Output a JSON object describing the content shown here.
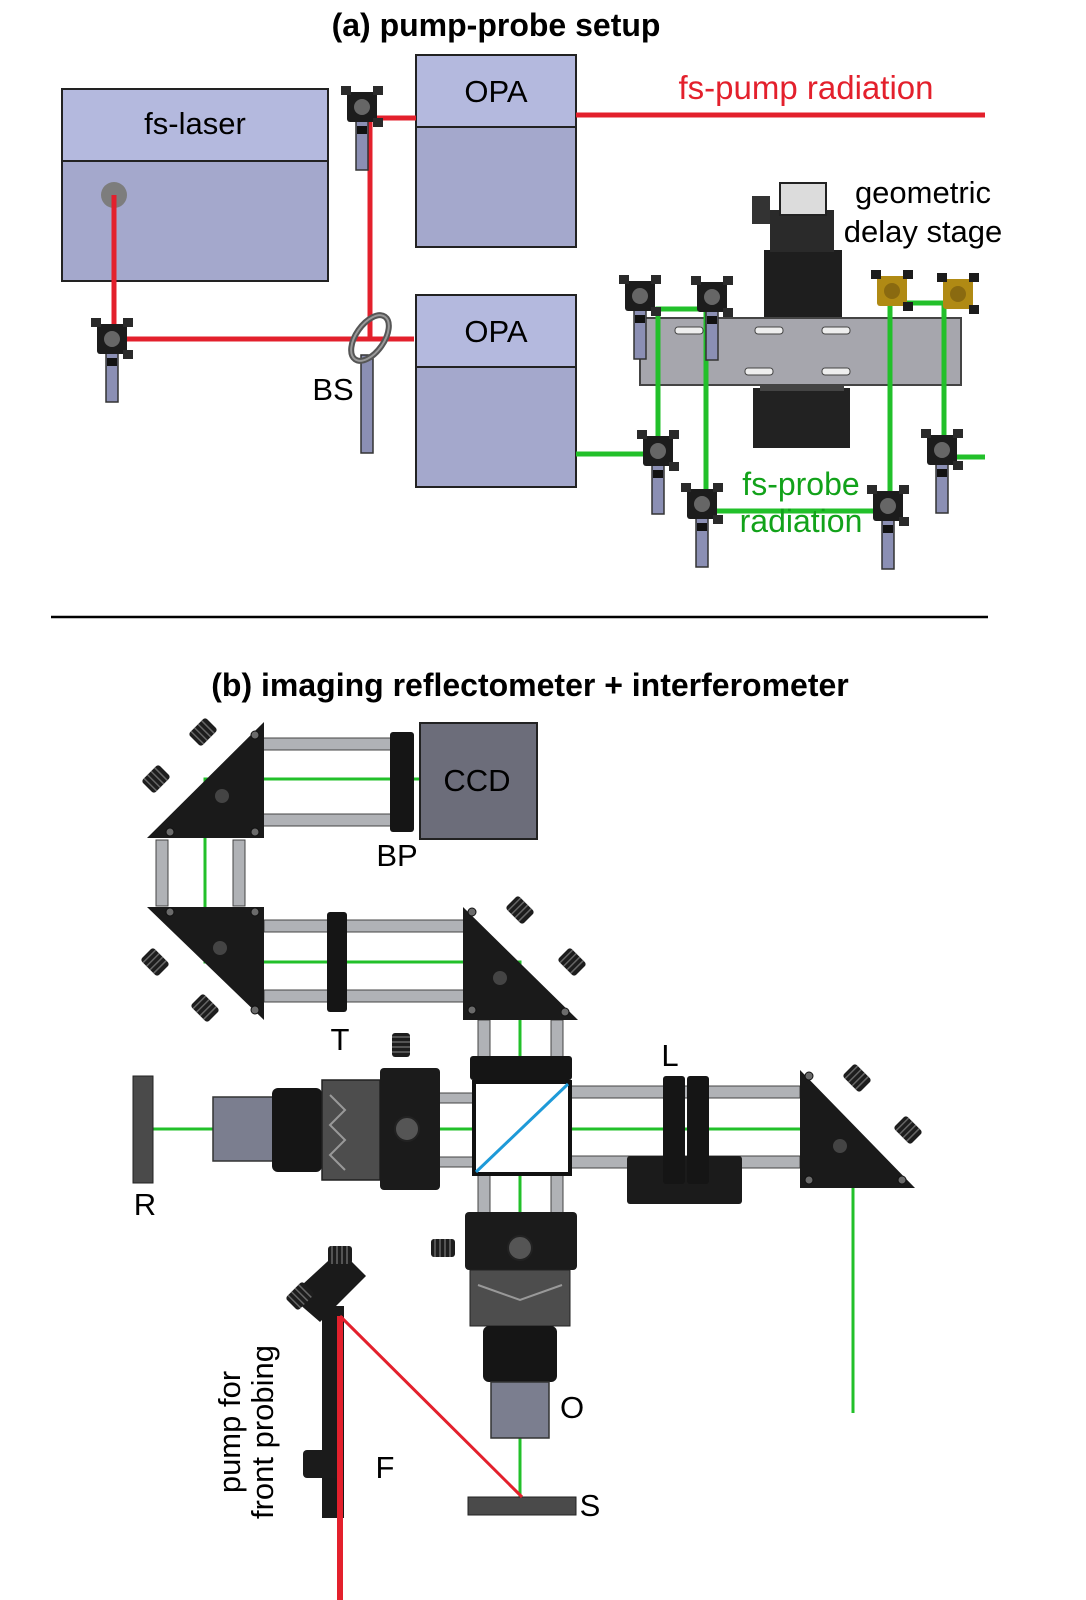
{
  "panel_a": {
    "title": "(a) pump-probe setup",
    "laser_label": "fs-laser",
    "opa_top_label": "OPA",
    "opa_bottom_label": "OPA",
    "bs_label": "BS",
    "pump_label": "fs-pump radiation",
    "delay_label_line1": "geometric",
    "delay_label_line2": "delay stage",
    "probe_label_line1": "fs-probe",
    "probe_label_line2": "radiation"
  },
  "panel_b": {
    "title": "(b) imaging reflectometer + interferometer",
    "ccd_label": "CCD",
    "bp_label": "BP",
    "t_label": "T",
    "l_label": "L",
    "r_label": "R",
    "o_label": "O",
    "f_label": "F",
    "s_label": "S",
    "pump_front_line1": "pump for",
    "pump_front_line2": "front probing"
  },
  "colors": {
    "pump_beam": "#e3202c",
    "probe_beam": "#22c02a",
    "box_top": "#b4b9de",
    "box_body": "#a4a8cc",
    "mount": "#1d1d1d",
    "rod": "#b0b2b6",
    "beamsplitter_diag": "#1e9ad8"
  }
}
